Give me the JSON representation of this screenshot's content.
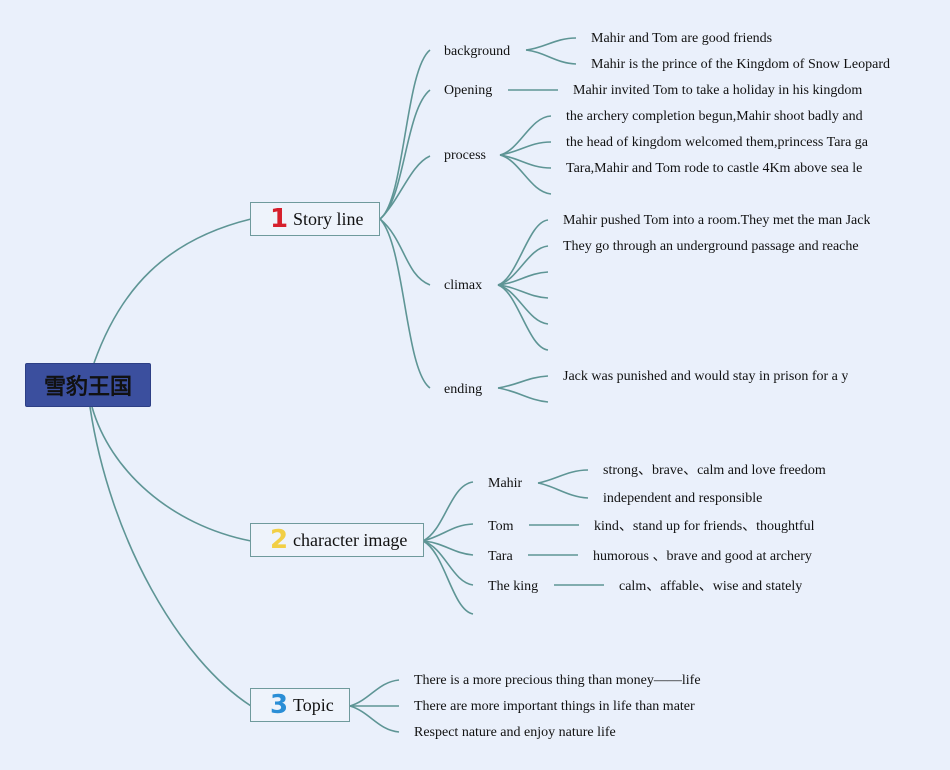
{
  "root": {
    "title": "雪豹王国"
  },
  "topics": {
    "story": {
      "number": "1",
      "label": "Story line",
      "color": "#d61f2c"
    },
    "character": {
      "number": "2",
      "label": "character image",
      "color": "#f2cf45"
    },
    "topic": {
      "number": "3",
      "label": "Topic",
      "color": "#2a8ed6"
    }
  },
  "story": {
    "background": {
      "label": "background",
      "items": [
        "Mahir and Tom are good friends",
        "Mahir is the prince of the Kingdom of Snow Leopard"
      ]
    },
    "opening": {
      "label": "Opening",
      "items": [
        "Mahir invited Tom to take a holiday in his kingdom"
      ]
    },
    "process": {
      "label": "process",
      "items": [
        "the archery completion begun,Mahir shoot badly and",
        "the head of kingdom welcomed them,princess Tara ga",
        "Tara,Mahir and Tom rode to castle 4Km above sea le"
      ]
    },
    "climax": {
      "label": "climax",
      "items": [
        "Mahir pushed Tom into a room.They met the man Jack",
        "They go through an underground passage and reache"
      ]
    },
    "ending": {
      "label": "ending",
      "items": [
        "Jack was punished and would stay in prison for a y"
      ]
    }
  },
  "characters": {
    "mahir": {
      "label": "Mahir",
      "items": [
        "strong、brave、calm and love freedom",
        "independent and responsible"
      ]
    },
    "tom": {
      "label": "Tom",
      "items": [
        "kind、stand up for friends、thoughtful"
      ]
    },
    "tara": {
      "label": "Tara",
      "items": [
        "humorous 、brave and good at archery"
      ]
    },
    "king": {
      "label": "The king",
      "items": [
        "calm、affable、wise and stately"
      ]
    }
  },
  "themes": {
    "items": [
      "There is a more precious thing than money——life",
      "There are more important things in life than mater",
      "Respect nature and enjoy nature life"
    ]
  },
  "colors": {
    "background": "#eaf0fb",
    "root": "#3b4f9e",
    "line": "#5e9595"
  }
}
